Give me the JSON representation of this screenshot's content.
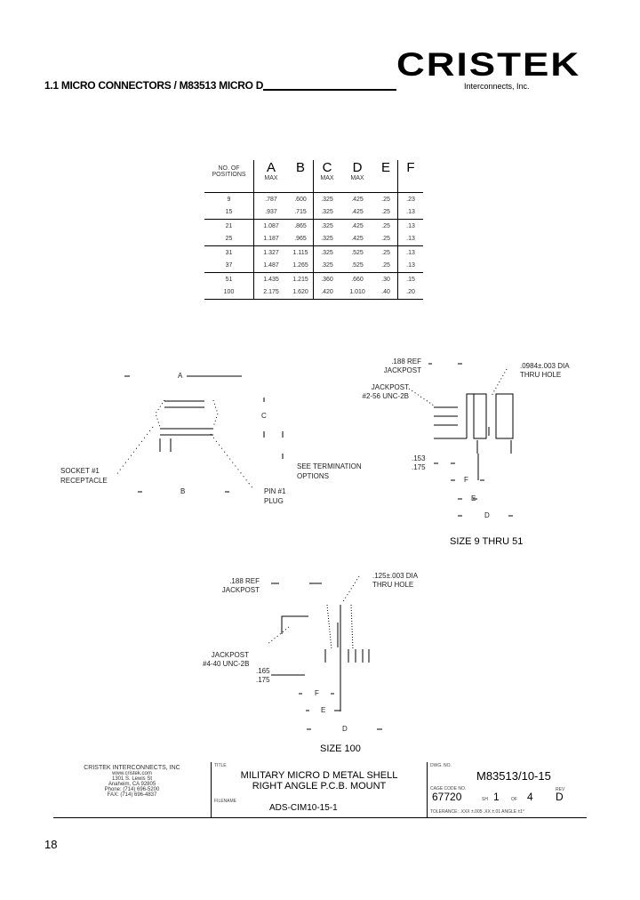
{
  "header": {
    "title": "1.1 MICRO CONNECTORS / M83513 MICRO D",
    "logo": "CRISTEK",
    "logo_sub": "Interconnects, Inc."
  },
  "table": {
    "headers": [
      {
        "main": "NO. OF\nPOSITIONS",
        "sub": ""
      },
      {
        "main": "A",
        "sub": "MAX"
      },
      {
        "main": "B",
        "sub": ""
      },
      {
        "main": "C",
        "sub": "MAX"
      },
      {
        "main": "D",
        "sub": "MAX"
      },
      {
        "main": "E",
        "sub": ""
      },
      {
        "main": "F",
        "sub": ""
      }
    ],
    "h0a": "NO. OF",
    "h0b": "POSITIONS",
    "rows": [
      [
        "9",
        ".787",
        ".600",
        ".325",
        ".425",
        ".25",
        ".23"
      ],
      [
        "15",
        ".937",
        ".715",
        ".325",
        ".425",
        ".25",
        ".13"
      ],
      [
        "21",
        "1.087",
        ".865",
        ".325",
        ".425",
        ".25",
        ".13"
      ],
      [
        "25",
        "1.187",
        ".965",
        ".325",
        ".425",
        ".25",
        ".13"
      ],
      [
        "31",
        "1.327",
        "1.115",
        ".325",
        ".525",
        ".25",
        ".13"
      ],
      [
        "37",
        "1.487",
        "1.265",
        ".325",
        ".525",
        ".25",
        ".13"
      ],
      [
        "51",
        "1.435",
        "1.215",
        ".360",
        ".660",
        ".30",
        ".15"
      ],
      [
        "100",
        "2.175",
        "1.620",
        ".420",
        "1.010",
        ".40",
        ".20"
      ]
    ]
  },
  "drawing1": {
    "a": "A",
    "b": "B",
    "c": "C",
    "socket1": "SOCKET #1",
    "socket2": "RECEPTACLE",
    "pin1": "PIN #1",
    "pin2": "PLUG",
    "term1": "SEE TERMINATION",
    "term2": "OPTIONS"
  },
  "drawing2": {
    "ref1": ".188 REF",
    "ref2": "JACKPOST",
    "jp1": "JACKPOST",
    "jp2": "#2-56 UNC-2B",
    "hole1": ".0984±.003 DIA",
    "hole2": "THRU HOLE",
    "d1": ".153",
    "d2": ".175",
    "f": "F",
    "e": "E",
    "d": "D",
    "caption": "SIZE 9 THRU 51"
  },
  "drawing3": {
    "ref1": ".188 REF",
    "ref2": "JACKPOST",
    "jp1": "JACKPOST",
    "jp2": "#4-40 UNC-2B",
    "hole1": ".125±.003 DIA",
    "hole2": "THRU HOLE",
    "d1": ".165",
    "d2": ".175",
    "f": "F",
    "e": "E",
    "d": "D",
    "caption": "SIZE 100"
  },
  "title_block": {
    "company": "CRISTEK INTERCONNECTS, INC",
    "web": "www.cristek.com",
    "street": "1301 S. Lewis St",
    "city": "Anaheim, CA 92805",
    "phone": "Phone: (714) 696-5200",
    "fax": "FAX: (714) 696-4837",
    "title_label": "TITLE",
    "title1": "MILITARY MICRO D METAL SHELL",
    "title2": "RIGHT ANGLE P.C.B. MOUNT",
    "file_label": "FILENAME",
    "file": "ADS-CIM10-15-1",
    "dwg_label": "DWG. NO.",
    "dwg": "M83513/10-15",
    "cage_label": "CAGE CODE NO.",
    "cage": "67720",
    "sh_label": "SH",
    "sheet": "1",
    "of_label": "OF",
    "sheets": "4",
    "rev_label": "REV",
    "rev": "D",
    "tolerance": "TOLERANCE: .XXX ±.005  .XX ±.01  ANGLE ±1°"
  },
  "page_number": "18"
}
